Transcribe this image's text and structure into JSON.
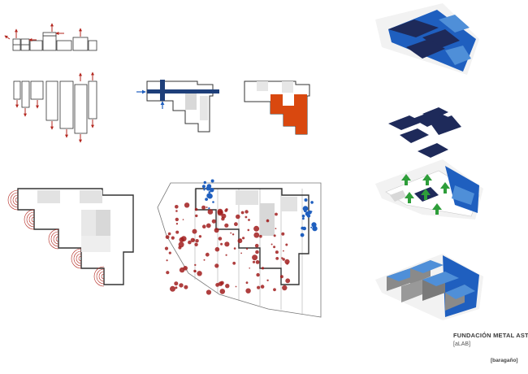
{
  "captions": {
    "project_title": "FUNDACIÓN METAL ASTURIAS",
    "office_tag": "[aLAB]",
    "credit": "[baragaño]"
  },
  "colors": {
    "arrow_red": "#b3261e",
    "facade_blue": "#1f5fbf",
    "dark_navy": "#1e2a5a",
    "light_blue": "#4f8fd8",
    "highlight_orange": "#d9480f",
    "green_arrow": "#2e9e3a",
    "infill_grey": "#d8d8d8",
    "outline": "#333333",
    "scatter_red": "#a11d1d",
    "scatter_blue": "#1f5fbf"
  },
  "icons": {
    "circulation": "arrow-icon",
    "acoustic": "concentric-arcs-icon",
    "vent": "green-up-arrow-icon"
  }
}
